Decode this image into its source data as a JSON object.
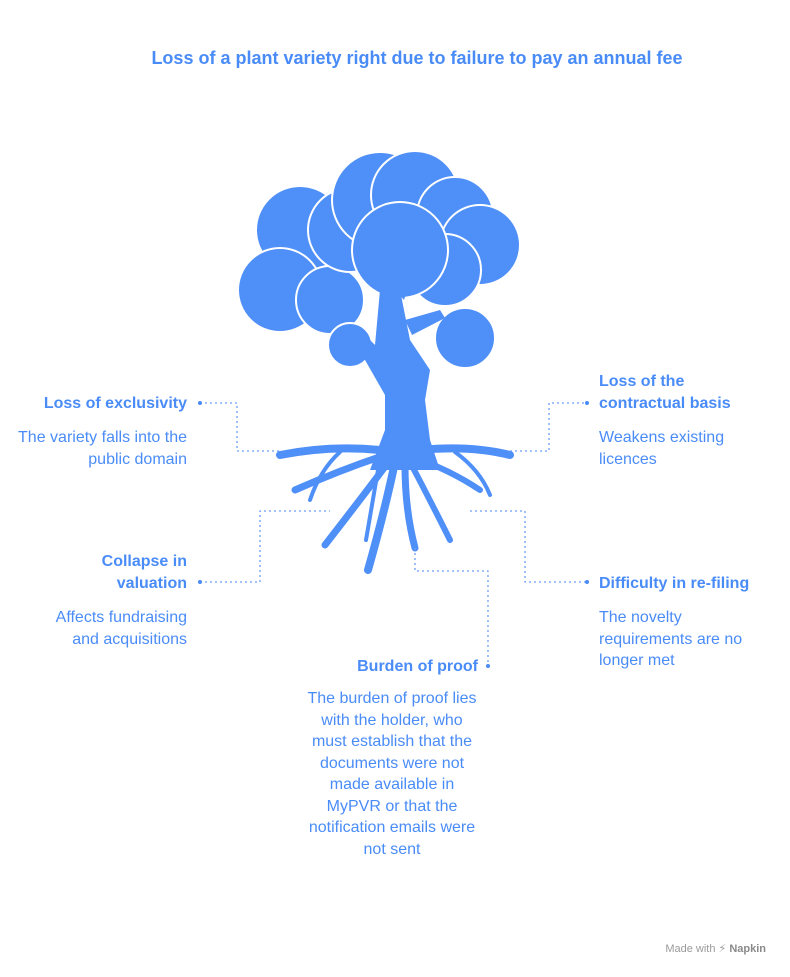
{
  "title": "Loss of a plant variety right due to failure to pay an annual fee",
  "items": [
    {
      "heading": "Loss of exclusivity",
      "description": "The variety falls into the public domain"
    },
    {
      "heading": "Loss of the contractual basis",
      "description": "Weakens existing licences"
    },
    {
      "heading": "Collapse in valuation",
      "description": "Affects fundraising and acquisitions"
    },
    {
      "heading": "Difficulty in re-filing",
      "description": "The novelty requirements are no longer met"
    },
    {
      "heading": "Burden of proof",
      "description": "The burden of proof lies with the holder, who must establish that the documents were not made available in MyPVR or that the notification emails were not sent"
    }
  ],
  "watermark": {
    "prefix": "Made with",
    "brand": "Napkin"
  },
  "colors": {
    "accent": "#4a8cf7",
    "tree": "#4f8ff8",
    "connector": "#6b9ff5"
  }
}
